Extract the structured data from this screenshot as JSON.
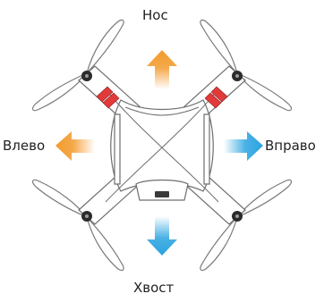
{
  "labels": {
    "nose": "Нос",
    "left": "Влево",
    "right": "Вправо",
    "tail": "Хвост"
  },
  "arrows": {
    "forward": {
      "direction": "up",
      "color": "#f39a2c"
    },
    "left": {
      "direction": "left",
      "color": "#f39a2c"
    },
    "right": {
      "direction": "right",
      "color": "#2aa3e0"
    },
    "backward": {
      "direction": "down",
      "color": "#2aa3e0"
    }
  },
  "drone": {
    "body_color": "#ffffff",
    "outline_color": "#6e6e6e",
    "stripe_color": "#e23a3a",
    "motor_color": "#2b2b2b"
  }
}
